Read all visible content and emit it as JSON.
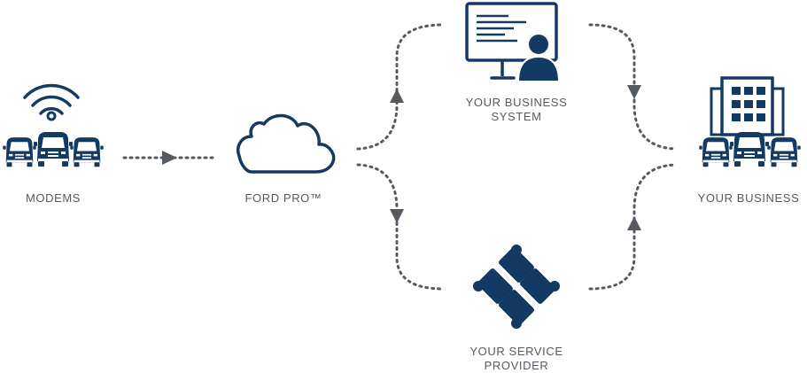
{
  "colors": {
    "icon": "#133a63",
    "connector": "#555a61",
    "label": "#555a61"
  },
  "nodes": {
    "modems": {
      "label": "MODEMS",
      "icon": "vans-with-wifi-icon"
    },
    "ford_pro": {
      "label": "FORD PRO™",
      "icon": "cloud-icon"
    },
    "business_system": {
      "label_line1": "YOUR BUSINESS",
      "label_line2": "SYSTEM",
      "icon": "computer-user-icon"
    },
    "service_provider": {
      "label_line1": "YOUR SERVICE",
      "label_line2": "PROVIDER",
      "icon": "puzzle-icon"
    },
    "your_business": {
      "label": "YOUR BUSINESS",
      "icon": "building-with-vans-icon"
    }
  }
}
